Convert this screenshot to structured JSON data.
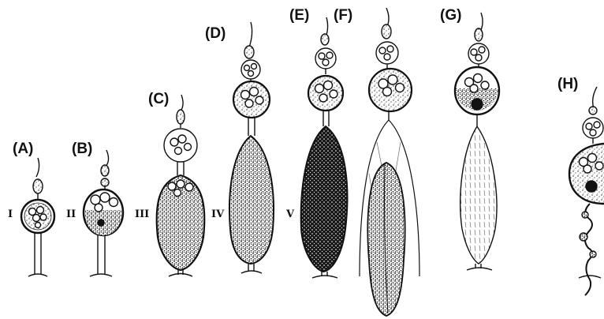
{
  "panels": [
    {
      "label": "(A)",
      "stage": "I"
    },
    {
      "label": "(B)",
      "stage": "II"
    },
    {
      "label": "(C)",
      "stage": "III"
    },
    {
      "label": "(D)",
      "stage": "IV"
    },
    {
      "label": "(E)",
      "stage": "V"
    },
    {
      "label": "(F)",
      "stage": ""
    },
    {
      "label": "(G)",
      "stage": ""
    },
    {
      "label": "(H)",
      "stage": ""
    }
  ]
}
